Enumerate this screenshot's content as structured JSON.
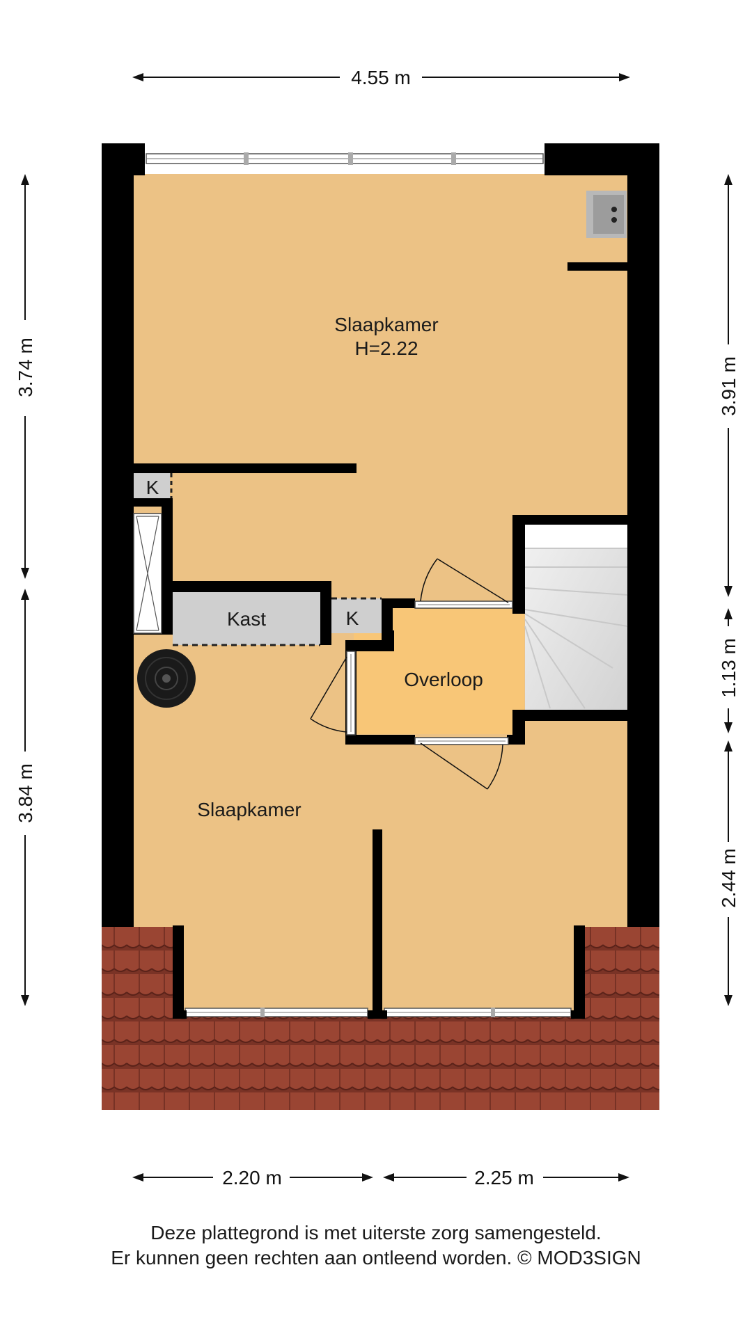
{
  "dimensions": {
    "top_width": "4.55 m",
    "left_upper": "3.74 m",
    "left_lower": "3.84 m",
    "right_upper": "3.91 m",
    "right_middle": "1.13 m",
    "right_lower": "2.44 m",
    "bottom_left": "2.20 m",
    "bottom_right": "2.25 m"
  },
  "rooms": {
    "bedroom_top_name": "Slaapkamer",
    "bedroom_top_height": "H=2.22",
    "bedroom_bottom_name": "Slaapkamer",
    "landing": "Overloop",
    "closet": "Kast",
    "cupboard_k1": "K",
    "cupboard_k2": "K"
  },
  "footer": {
    "line1": "Deze plattegrond is met uiterste zorg samengesteld.",
    "line2": "Er kunnen geen rechten aan ontleend worden. © MOD3SIGN"
  },
  "colors": {
    "bedroom_floor": "#ecc285",
    "landing_floor": "#f8c677",
    "wall": "#000000",
    "closet_floor": "#cfcfcf",
    "roof_tiles": "#8b3c2c",
    "stairs": "#e4e4e4"
  }
}
